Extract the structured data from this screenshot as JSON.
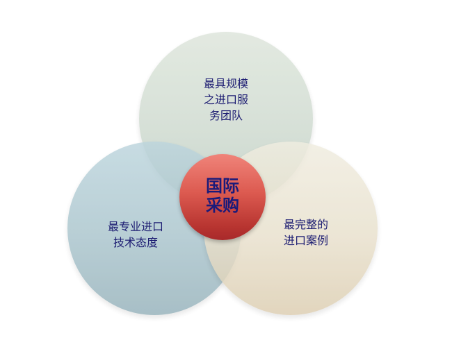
{
  "diagram": {
    "type": "venn",
    "center": {
      "lines": [
        "国际",
        "采购"
      ],
      "color": "#d0463f"
    },
    "circles": [
      {
        "position": "top",
        "lines": [
          "最具规模",
          "之进口服",
          "务团队"
        ],
        "color": "#d2ddd3"
      },
      {
        "position": "bottom-left",
        "lines": [
          "最专业进口",
          "技术态度"
        ],
        "color": "#a9c4cc"
      },
      {
        "position": "bottom-right",
        "lines": [
          "最完整的",
          "进口案例"
        ],
        "color": "#e8e0cc"
      }
    ],
    "text_color": "#1c1c72"
  }
}
